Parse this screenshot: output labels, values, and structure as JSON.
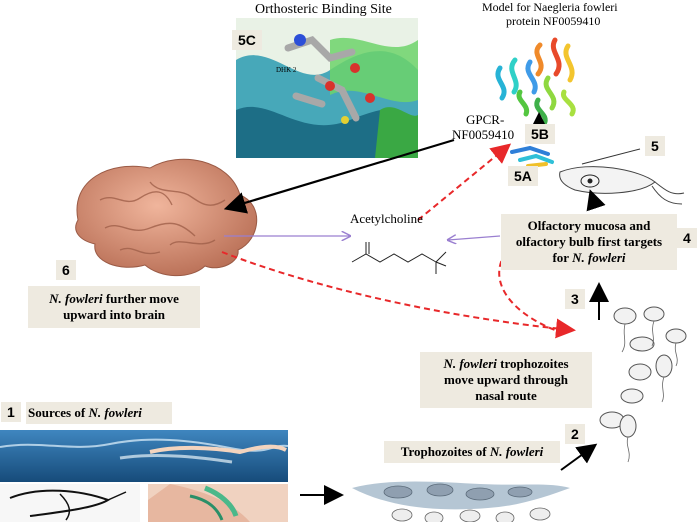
{
  "labels": {
    "orthosteric_title": "Orthosteric Binding Site",
    "model_title_line1": "Model for Naegleria  fowleri",
    "model_title_line2": "protein NF0059410",
    "gpcr_line1": "GPCR-",
    "gpcr_line2": "NF0059410",
    "acetylcholine": "Acetylcholine",
    "dhk_tag": "DHK 2"
  },
  "badges": {
    "n1": "1",
    "n2": "2",
    "n3": "3",
    "n4": "4",
    "n5": "5",
    "n6": "6",
    "n5a": "5A",
    "n5b": "5B",
    "n5c": "5C"
  },
  "boxes": {
    "sources_prefix": "Sources of ",
    "sources_species": "N. fowleri",
    "trophozoites_prefix": "Trophozoites of ",
    "trophozoites_species": "N. fowleri",
    "nasal_species": "N. fowleri",
    "nasal_rest_line1": " trophozoites",
    "nasal_line2": "move upward through",
    "nasal_line3": "nasal route",
    "olfactory_line1": "Olfactory mucosa and",
    "olfactory_line2": "olfactory bulb first targets",
    "olfactory_line3_prefix": "for ",
    "olfactory_species": "N. fowleri",
    "brain_species": "N. fowleri",
    "brain_rest_line1": " further move",
    "brain_line2": "upward into brain"
  },
  "colors": {
    "red_dashed": "#e8282a",
    "purple_arrow": "#9a7fd0",
    "label_bg": "#eeeae0",
    "brain": "#d9957a",
    "water": "#2f6fa3"
  }
}
